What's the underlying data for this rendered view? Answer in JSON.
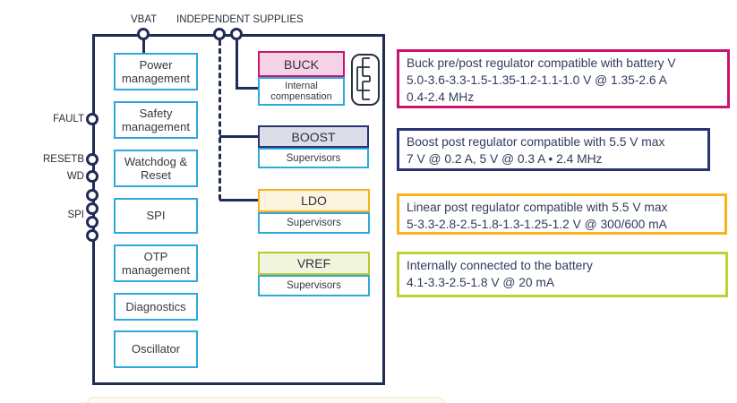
{
  "colors": {
    "navy_line": "#202c56",
    "cyan_border": "#2fa8dc",
    "buck_border": "#c9156f",
    "buck_bg": "#f6d2e7",
    "boost_border": "#2a3272",
    "boost_bg": "#dbdde9",
    "ldo_border": "#f9b219",
    "ldo_bg": "#fdf4df",
    "vref_border": "#b9c92c",
    "vref_bg": "#f2f5de"
  },
  "top_pins": {
    "vbat": "VBAT",
    "independent_supplies": "INDEPENDENT SUPPLIES"
  },
  "left_pins": {
    "fault": "FAULT",
    "resetb": "RESETB",
    "wd": "WD",
    "spi": "SPI"
  },
  "blocks": [
    "Power management",
    "Safety management",
    "Watchdog & Reset",
    "SPI",
    "OTP management",
    "Diagnostics",
    "Oscillator"
  ],
  "regulators": [
    {
      "name": "BUCK",
      "sub": "Internal compensation"
    },
    {
      "name": "BOOST",
      "sub": "Supervisors"
    },
    {
      "name": "LDO",
      "sub": "Supervisors"
    },
    {
      "name": "VREF",
      "sub": "Supervisors"
    }
  ],
  "descriptions": [
    {
      "text": "Buck pre/post regulator compatible with battery V\n5.0-3.6-3.3-1.5-1.35-1.2-1.1-1.0 V @ 1.35-2.6 A\n0.4-2.4 MHz"
    },
    {
      "text": "Boost post regulator compatible with 5.5 V max\n7 V @ 0.2 A, 5 V @ 0.3 A • 2.4 MHz"
    },
    {
      "text": "Linear post regulator compatible with 5.5 V max\n5-3.3-2.8-2.5-1.8-1.3-1.25-1.2 V @ 300/600 mA"
    },
    {
      "text": "Internally connected to the battery\n4.1-3.3-2.5-1.8 V @ 20 mA"
    }
  ]
}
